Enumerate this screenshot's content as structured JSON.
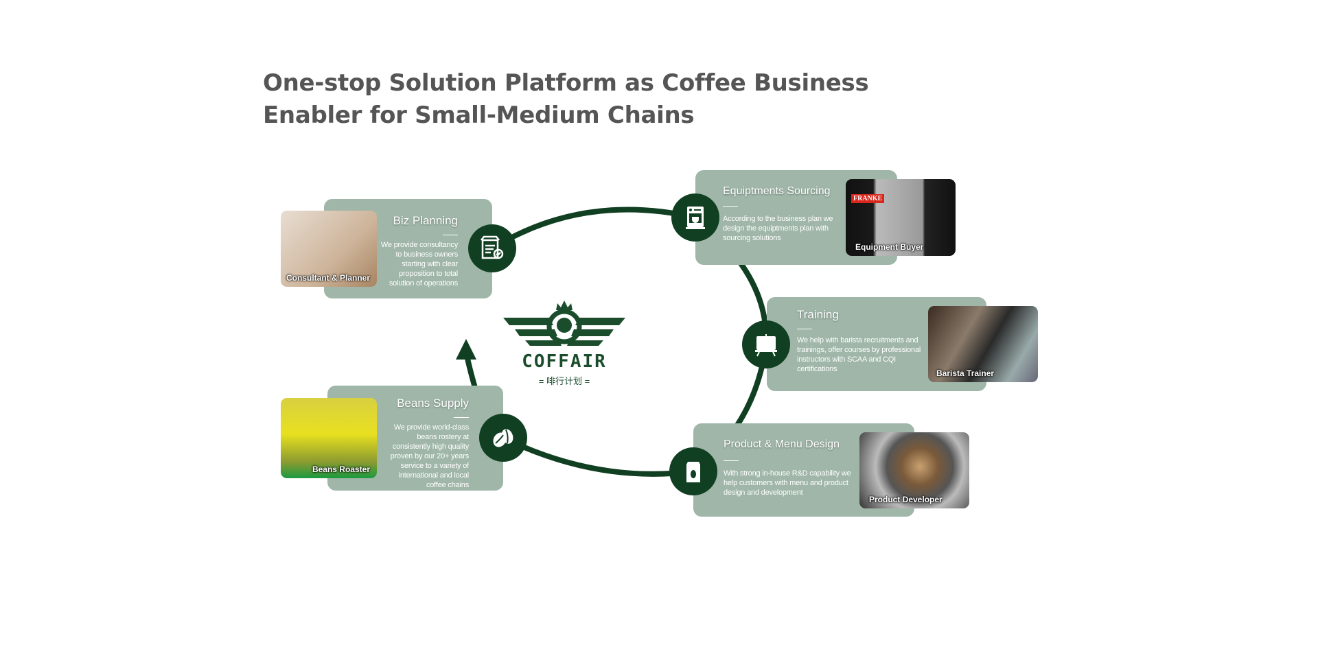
{
  "title_line1": "One-stop Solution Platform as Coffee Business",
  "title_line2": "Enabler for Small-Medium Chains",
  "logo": {
    "name": "COFFAIR",
    "subtitle": "= 啡行计划 ="
  },
  "colors": {
    "card": "#9fb6a8",
    "accent": "#113f22",
    "title": "#555555"
  },
  "cards": [
    {
      "title": "Biz Planning",
      "description": "We provide consultancy to business owners starting with clear proposition to total solution of operations",
      "photo_label": "Consultant & Planner",
      "icon": "checklist-icon"
    },
    {
      "title": "Equiptments Sourcing",
      "description": "According to the business plan we design the equiptments plan with sourcing solutions",
      "photo_label": "Equipment Buyer",
      "photo_brand": "FRANKE",
      "icon": "coffee-machine-icon"
    },
    {
      "title": "Training",
      "description": "We help with barista recruitments and trainings, offer courses by professional instructors with SCAA and CQI certifications",
      "photo_label": "Barista Trainer",
      "icon": "presentation-board-icon"
    },
    {
      "title": "Product & Menu Design",
      "description": "With strong in-house R&D capability we help customers with menu and product design and development",
      "photo_label": "Product Developer",
      "icon": "coffee-bag-icon"
    },
    {
      "title": "Beans Supply",
      "description": "We provide world-class beans rostery at consistently high quality proven by our 20+ years service to a variety of international and local coffee chains",
      "photo_label": "Beans Roaster",
      "icon": "coffee-beans-icon"
    }
  ]
}
